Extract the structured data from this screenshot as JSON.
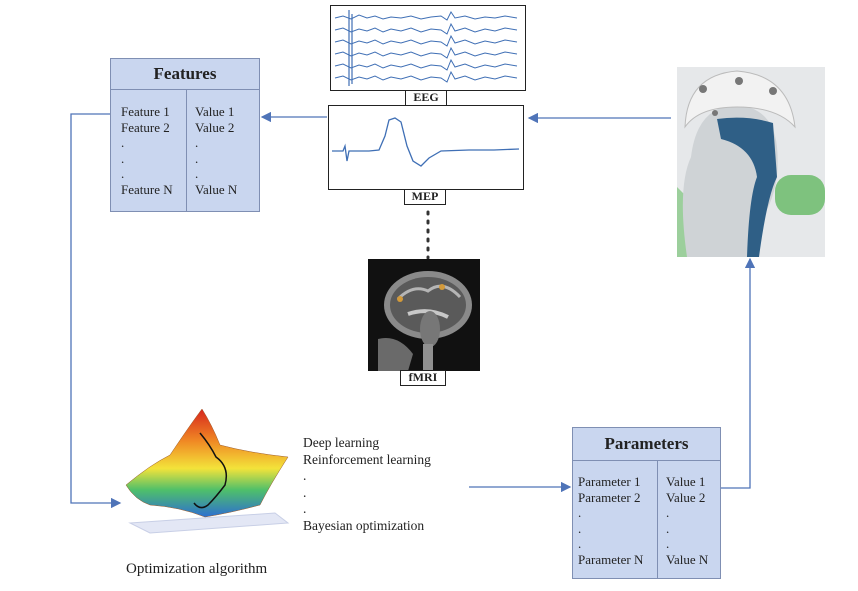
{
  "features": {
    "title": "Features",
    "names": [
      "Feature 1",
      "Feature 2",
      ".",
      ".",
      ".",
      "Feature N"
    ],
    "values": [
      "Value 1",
      "Value 2",
      ".",
      ".",
      ".",
      "Value N"
    ]
  },
  "parameters": {
    "title": "Parameters",
    "names": [
      "Parameter 1",
      "Parameter 2",
      ".",
      ".",
      ".",
      "Parameter N"
    ],
    "values": [
      "Value 1",
      "Value 2",
      ".",
      ".",
      ".",
      "Value N"
    ]
  },
  "signals": {
    "eeg_label": "EEG",
    "mep_label": "MEP",
    "fmri_label": "fMRI"
  },
  "optimization": {
    "methods": [
      "Deep learning",
      "Reinforcement learning",
      ".",
      ".",
      ".",
      "Bayesian optimization"
    ],
    "label": "Optimization algorithm"
  },
  "colors": {
    "box_fill": "#c9d6ef",
    "arrow": "#4f74b8",
    "signal_trace": "#3f6fb5"
  }
}
